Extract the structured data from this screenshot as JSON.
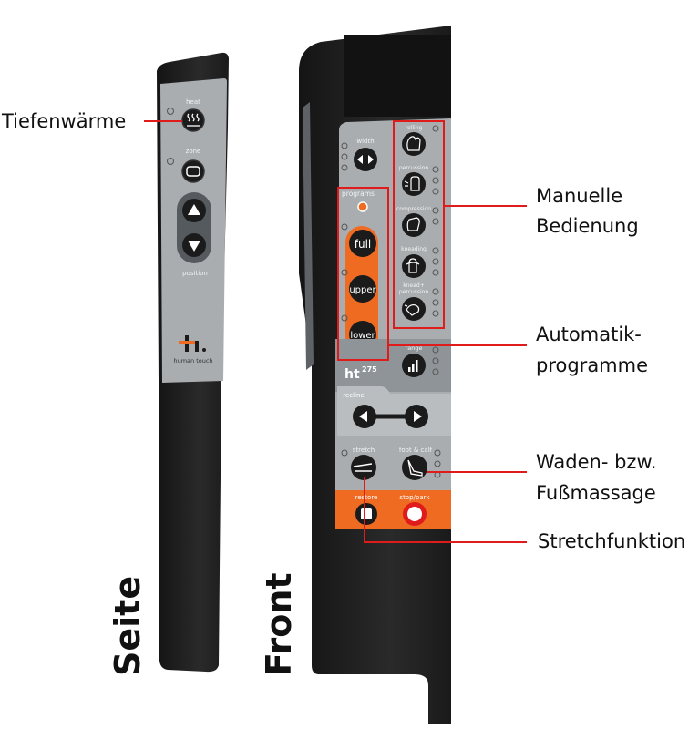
{
  "views": {
    "side": "Seite",
    "front": "Front"
  },
  "callouts": {
    "tiefenwaerme": "Tiefenwärme",
    "manuelle": [
      "Manuelle",
      "Bedienung"
    ],
    "automatik": [
      "Automatik-",
      "programme"
    ],
    "waden": [
      "Waden- bzw.",
      "Fußmassage"
    ],
    "stretch": "Stretchfunktion"
  },
  "side_panel": {
    "heat": "heat",
    "zone": "zone",
    "position": "position",
    "brand": "human touch"
  },
  "front_panel": {
    "width": "width",
    "programs": "programs",
    "full": "full",
    "upper": "upper",
    "lower": "lower",
    "rolling": "rolling",
    "percussion": "percussion",
    "compression": "compression",
    "kneading": "kneading",
    "knead_percussion": [
      "knead+",
      "percussion"
    ],
    "range": "range",
    "model": "ht",
    "model_sup": "275",
    "recline": "recline",
    "stretch": "stretch",
    "foot_calf": "foot & calf",
    "restore": "restore",
    "stop_park": "stop/park"
  },
  "colors": {
    "body": "#1e1e1e",
    "panel": "#a9adb0",
    "orange": "#ef6b22",
    "red": "#e01b1b"
  }
}
